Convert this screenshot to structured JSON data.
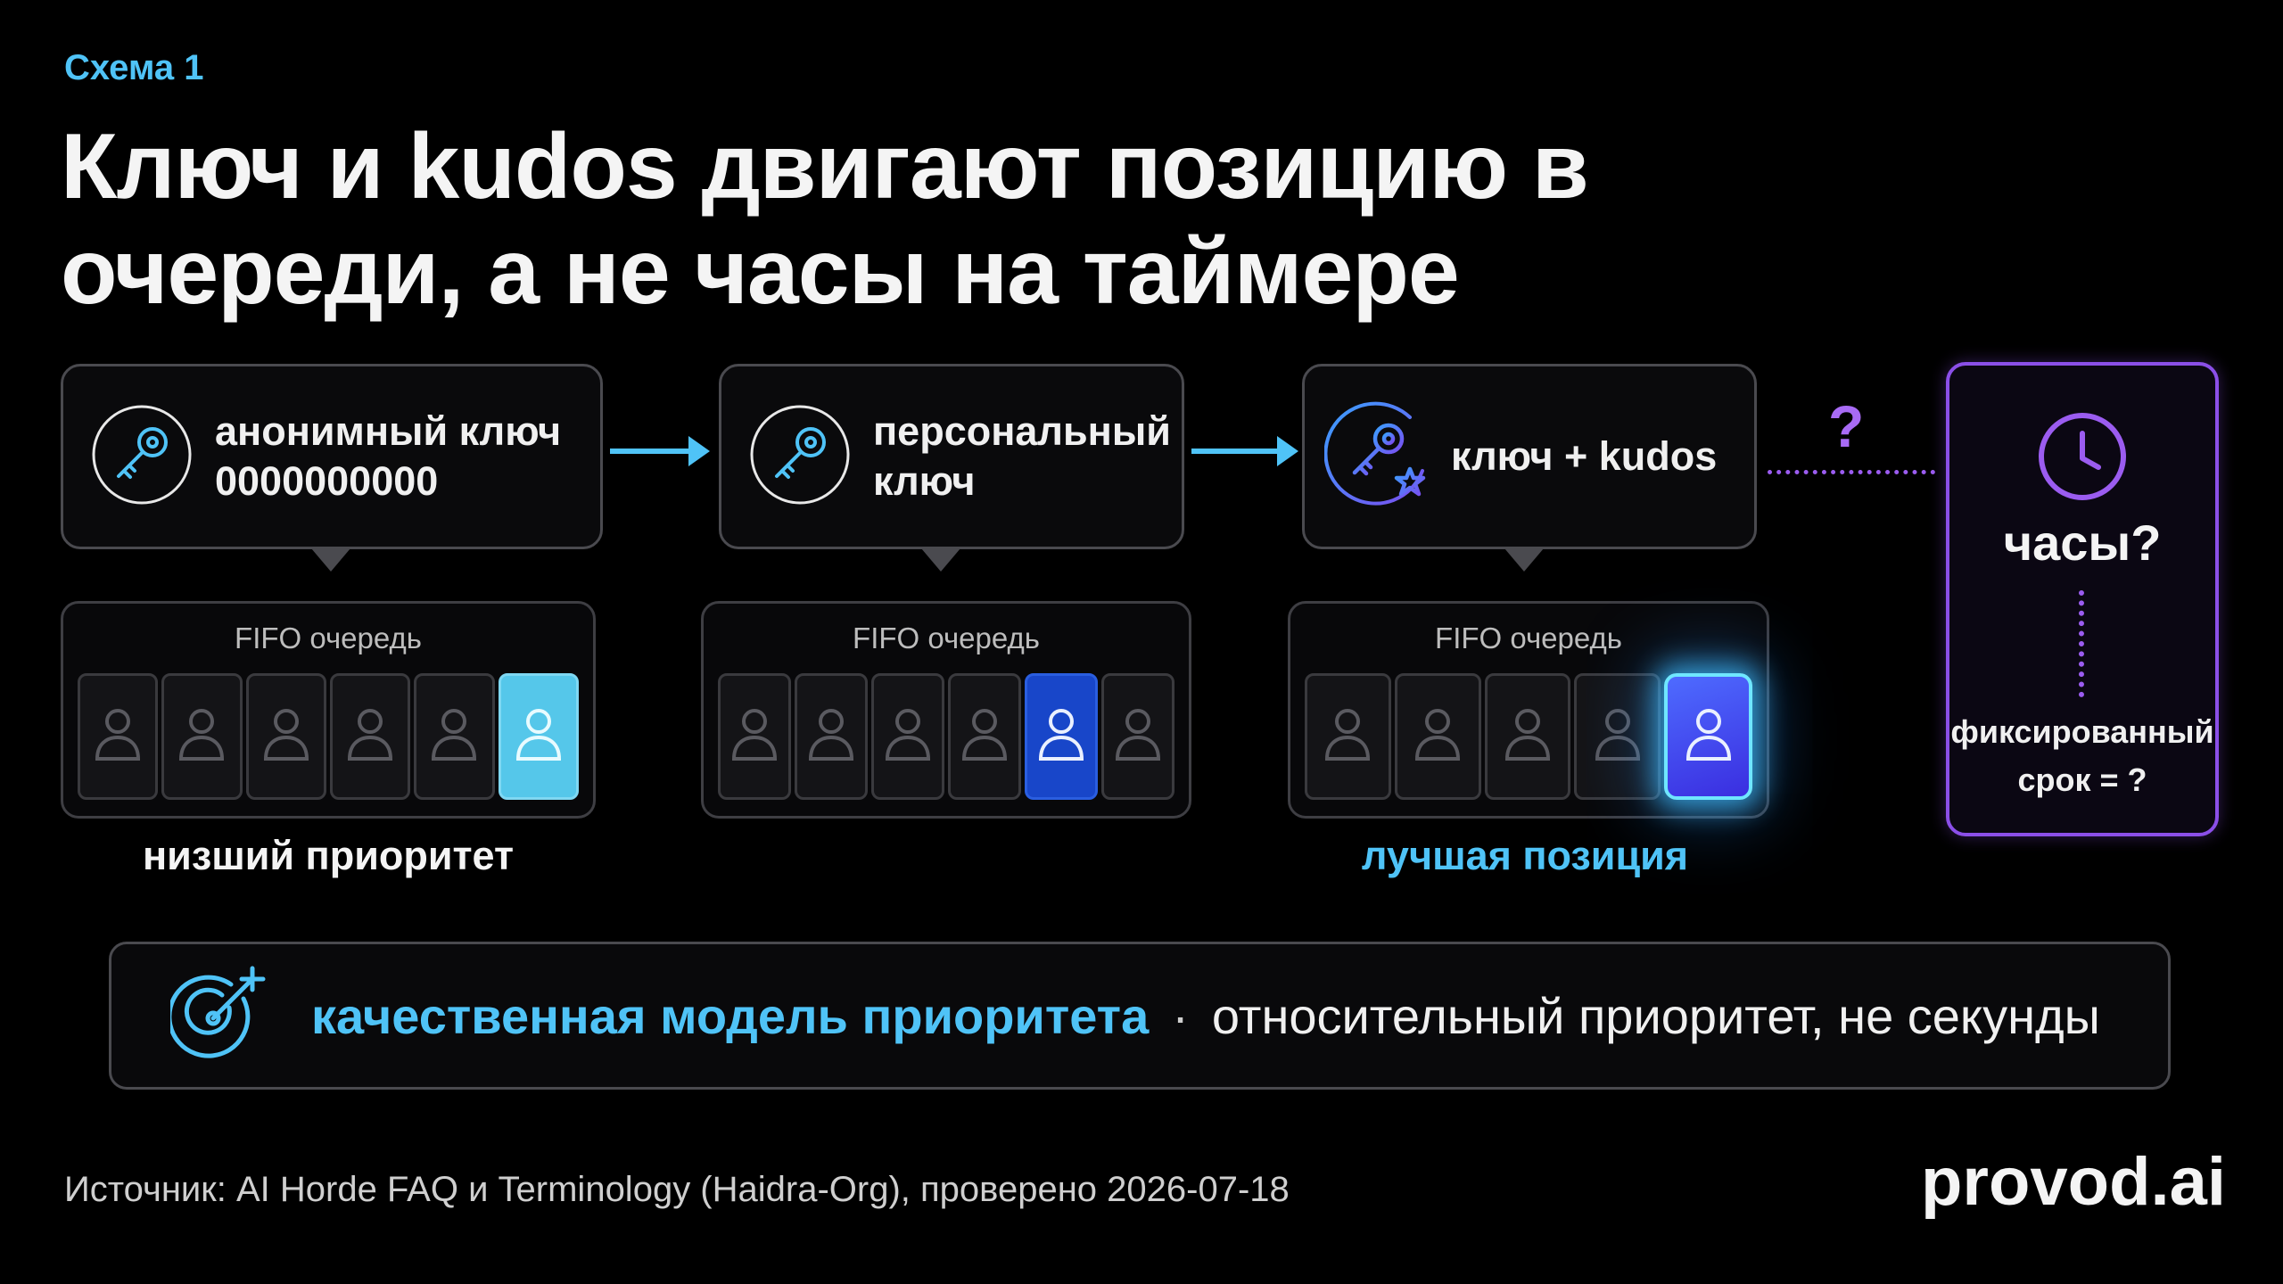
{
  "header": {
    "eyebrow": "Схема 1",
    "title": "Ключ и kudos двигают позицию в очереди, а не часы на таймере"
  },
  "cards": [
    {
      "icon": "key-icon",
      "line1": "анонимный ключ",
      "line2": "0000000000"
    },
    {
      "icon": "key-icon",
      "line1": "персональный",
      "line2": "ключ"
    },
    {
      "icon": "key-star-icon",
      "line1": "ключ + kudos",
      "line2": ""
    }
  ],
  "queues": [
    {
      "label": "FIFO очередь",
      "slots": 6,
      "highlight_index": 5,
      "highlight_style": "cyan",
      "caption": "низший приоритет"
    },
    {
      "label": "FIFO очередь",
      "slots": 6,
      "highlight_index": 4,
      "highlight_style": "blue",
      "caption": ""
    },
    {
      "label": "FIFO очередь",
      "slots": 5,
      "highlight_index": 4,
      "highlight_style": "glow",
      "caption": "лучшая позиция"
    }
  ],
  "unknown": {
    "question_mark": "?",
    "clock_icon": "clock-icon",
    "title": "часы?",
    "subtitle_line1": "фиксированный",
    "subtitle_line2": "срок = ?"
  },
  "banner": {
    "icon": "target-icon",
    "strong": "качественная модель приоритета",
    "separator": "·",
    "rest": "относительный приоритет, не секунды"
  },
  "footer": {
    "source": "Источник: AI Horde FAQ и Terminology (Haidra-Org), проверено 2026-07-18",
    "brand": "provod.ai"
  },
  "colors": {
    "accent_cyan": "#4fc3f7",
    "accent_purple": "#8b4fe8",
    "highlight_blue": "#1846c9",
    "background": "#000000"
  }
}
